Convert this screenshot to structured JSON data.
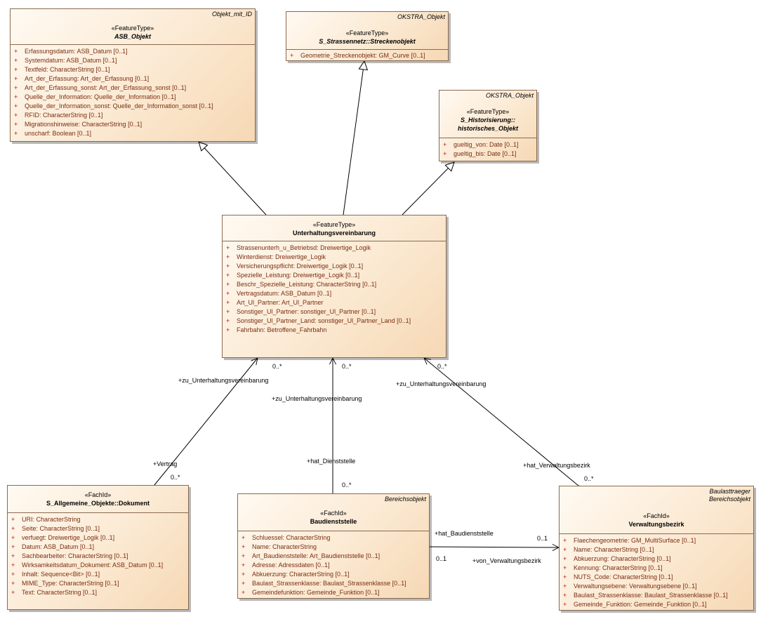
{
  "classes": {
    "asb_objekt": {
      "tag": "Objekt_mit_ID",
      "stereotype": "«FeatureType»",
      "name": "ASB_Objekt",
      "attributes": [
        "Erfassungsdatum: ASB_Datum [0..1]",
        "Systemdatum: ASB_Datum [0..1]",
        "Textfeld: CharacterString [0..1]",
        "Art_der_Erfassung: Art_der_Erfassung [0..1]",
        "Art_der_Erfassung_sonst: Art_der_Erfassung_sonst [0..1]",
        "Quelle_der_Information: Quelle_der_Information [0..1]",
        "Quelle_der_Information_sonst: Quelle_der_Information_sonst [0..1]",
        "RFID: CharacterString [0..1]",
        "Migrationshinweise: CharacterString [0..1]",
        "unscharf: Boolean [0..1]"
      ]
    },
    "streckenobjekt": {
      "tag": "OKSTRA_Objekt",
      "stereotype": "«FeatureType»",
      "name": "S_Strassennetz::Streckenobjekt",
      "attributes": [
        "Geometrie_Streckenobjekt: GM_Curve [0..1]"
      ]
    },
    "historisches_objekt": {
      "tag": "OKSTRA_Objekt",
      "stereotype": "«FeatureType»",
      "name_line1": "S_Historisierung::",
      "name_line2": "historisches_Objekt",
      "attributes": [
        "gueltig_von: Date [0..1]",
        "gueltig_bis: Date [0..1]"
      ]
    },
    "unterhaltungsvereinbarung": {
      "stereotype": "«FeatureType»",
      "name": "Unterhaltungsvereinbarung",
      "attributes": [
        "Strassenunterh_u_Betriebsd: Dreiwertige_Logik",
        "Winterdienst: Dreiwertige_Logik",
        "Versicherungspflicht: Dreiwertige_Logik [0..1]",
        "Spezielle_Leistung: Dreiwertige_Logik [0..1]",
        "Beschr_Spezielle_Leistung: CharacterString [0..1]",
        "Vertragsdatum: ASB_Datum [0..1]",
        "Art_Ul_Partner: Art_Ul_Partner",
        "Sonstiger_Ul_Partner: sonstiger_Ul_Partner [0..1]",
        "Sonstiger_Ul_Partner_Land: sonstiger_Ul_Partner_Land [0..1]",
        "Fahrbahn: Betroffene_Fahrbahn"
      ]
    },
    "dokument": {
      "stereotype": "«FachId»",
      "name": "S_Allgemeine_Objekte::Dokument",
      "attributes": [
        "URI: CharacterString",
        "Seite: CharacterString [0..1]",
        "verfuegt: Dreiwertige_Logik [0..1]",
        "Datum: ASB_Datum [0..1]",
        "Sachbearbeiter: CharacterString [0..1]",
        "Wirksamkeitsdatum_Dokument: ASB_Datum [0..1]",
        "Inhalt: Sequence<Bit> [0..1]",
        "MIME_Type: CharacterString [0..1]",
        "Text: CharacterString [0..1]"
      ]
    },
    "baudienststelle": {
      "tag": "Bereichsobjekt",
      "stereotype": "«FachId»",
      "name": "Baudienststelle",
      "attributes": [
        "Schluessel: CharacterString",
        "Name: CharacterString",
        "Art_Baudienststelle: Art_Baudienststelle [0..1]",
        "Adresse: Adressdaten [0..1]",
        "Abkuerzung: CharacterString [0..1]",
        "Baulast_Strassenklasse: Baulast_Strassenklasse [0..1]",
        "Gemeindefunktion: Gemeinde_Funktion [0..1]"
      ]
    },
    "verwaltungsbezirk": {
      "tag_line1": "Baulasttraeger",
      "tag_line2": "Bereichsobjekt",
      "stereotype": "«FachId»",
      "name": "Verwaltungsbezirk",
      "attributes": [
        "Flaechengeometrie: GM_MultiSurface [0..1]",
        "Name: CharacterString [0..1]",
        "Abkuerzung: CharacterString [0..1]",
        "Kennung: CharacterString [0..1]",
        "NUTS_Code: CharacterString [0..1]",
        "Verwaltungsebene: Verwaltungsebene [0..1]",
        "Baulast_Strassenklasse: Baulast_Strassenklasse [0..1]",
        "Gemeinde_Funktion: Gemeinde_Funktion [0..1]"
      ]
    }
  },
  "attribute_marker": "+",
  "association_labels": {
    "role_uv_1": "+zu_Unterhaltungsvereinbarung",
    "mult_uv_1": "0..*",
    "role_vertrag": "+Vertrag",
    "mult_vertrag": "0..*",
    "role_uv_2": "+zu_Unterhaltungsvereinbarung",
    "mult_uv_2": "0..*",
    "role_dienststelle": "+hat_Dienststelle",
    "mult_dienststelle": "0..*",
    "role_uv_3": "+zu_Unterhaltungsvereinbarung",
    "mult_uv_3": "0..*",
    "role_verwaltungsbezirk": "+hat_Verwaltungsbezirk",
    "mult_verwaltungsbezirk": "0..*",
    "role_hat_baudienststelle": "+hat_Baudienststelle",
    "mult_baud_right": "0..1",
    "role_von_verwaltungsbezirk": "+von_Verwaltungsbezirk",
    "mult_baud_left": "0..1"
  }
}
